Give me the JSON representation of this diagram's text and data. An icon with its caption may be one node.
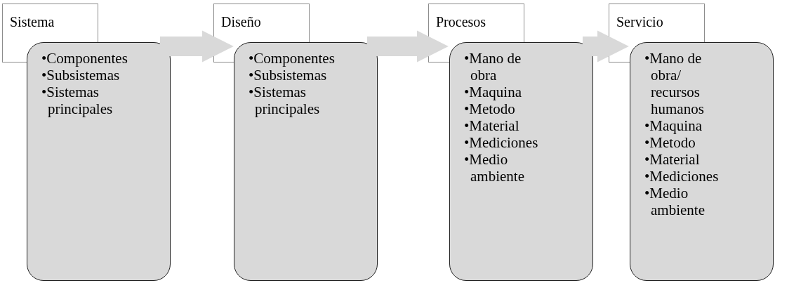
{
  "diagram": {
    "nodes": [
      {
        "text": [
          "Sistema"
        ]
      },
      {
        "text": [
          "•Componentes",
          "•Subsistemas",
          "•Sistemas principales"
        ]
      },
      {
        "text": [
          "Diseño"
        ]
      },
      {
        "text": [
          "•Componentes",
          "•Subsistemas",
          "•Sistemas principales"
        ]
      },
      {
        "text": [
          "Procesos"
        ]
      },
      {
        "text": [
          "•Mano de obra",
          "•Maquina",
          "•Metodo",
          "•Material",
          "•Mediciones",
          "•Medio ambiente"
        ]
      },
      {
        "text": [
          "Servicio"
        ]
      },
      {
        "text": [
          "•Mano de obra/ recursos humanos",
          "•Maquina",
          "•Metodo",
          "•Material",
          "•Mediciones",
          "•Medio ambiente"
        ]
      }
    ],
    "edges": [
      {
        "from": 1,
        "to": 2,
        "arrow": "to"
      },
      {
        "from": 3,
        "to": 4,
        "arrow": "to"
      },
      {
        "from": 5,
        "to": 6,
        "arrow": "to"
      }
    ]
  }
}
